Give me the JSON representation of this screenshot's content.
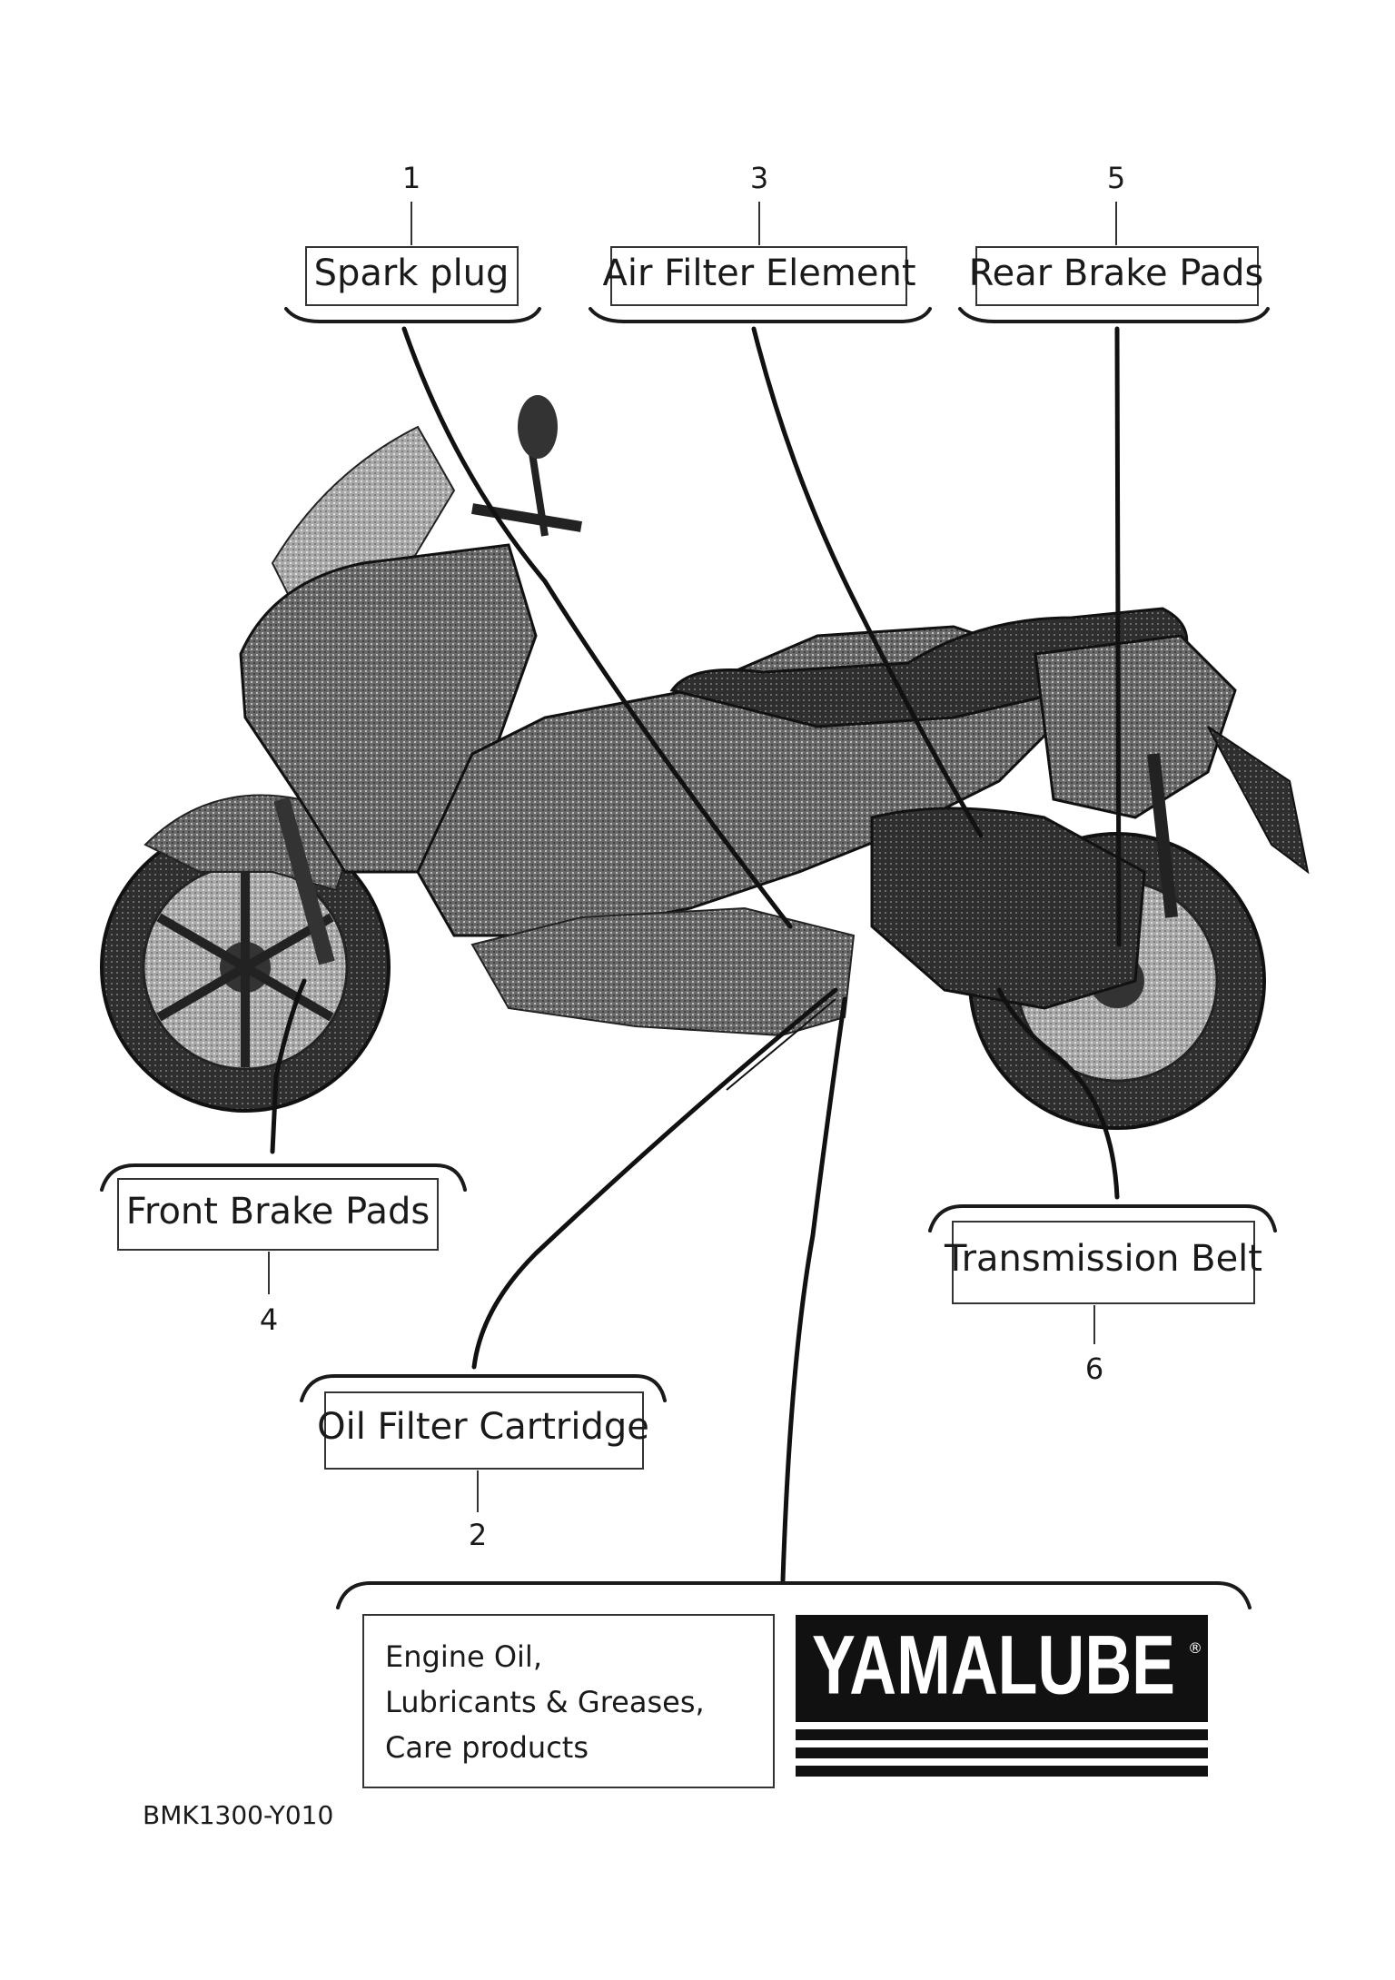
{
  "callouts": [
    {
      "number": "1",
      "label": "Spark plug"
    },
    {
      "number": "2",
      "label": "Oil Filter Cartridge"
    },
    {
      "number": "3",
      "label": "Air Filter Element"
    },
    {
      "number": "4",
      "label": "Front Brake Pads"
    },
    {
      "number": "5",
      "label": "Rear Brake Pads"
    },
    {
      "number": "6",
      "label": "Transmission Belt"
    }
  ],
  "products": {
    "lines": [
      "Engine Oil,",
      "Lubricants & Greases,",
      "Care products"
    ],
    "brand": "YAMALUBE",
    "registered_mark": "®"
  },
  "document_code": "BMK1300-Y010"
}
